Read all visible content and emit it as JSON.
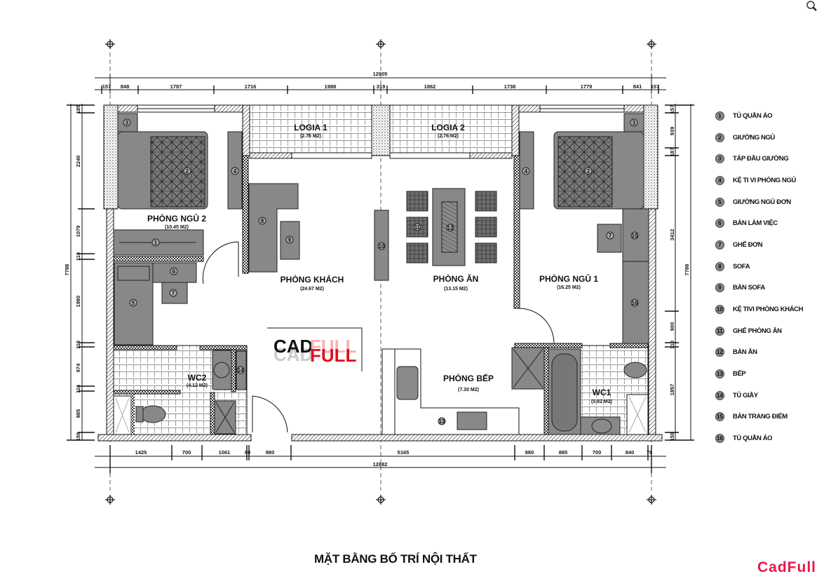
{
  "drawing": {
    "title": "MẶT BẰNG BỐ TRÍ NỘI THẤT",
    "brand_watermark": "CadFull",
    "logo": {
      "part1": "CAD",
      "part2": "FULL",
      "accent_color": "#e0101e"
    },
    "brand_color": "#e8174a",
    "search_icon": "magnifier-icon"
  },
  "dimensions": {
    "top_total": "12905",
    "top": [
      "157",
      "848",
      "1787",
      "1716",
      "1988",
      "319",
      "1862",
      "1738",
      "1779",
      "841",
      "157"
    ],
    "bottom_total": "12882",
    "bottom": [
      "1425",
      "700",
      "1061",
      "80",
      "980",
      "5165",
      "880",
      "885",
      "700",
      "840",
      "78"
    ],
    "left_total": "7788",
    "left": [
      "185",
      "2240",
      "1079",
      "119",
      "1980",
      "110",
      "974",
      "110",
      "885",
      "159"
    ],
    "right_total": "7788",
    "right": [
      "157",
      "939",
      "187",
      "3412",
      "900",
      "110",
      "1857",
      "159"
    ]
  },
  "rooms": [
    {
      "name": "LOGIA 1",
      "area": "(2.76 M2)"
    },
    {
      "name": "LOGIA 2",
      "area": "(2.76 M2)"
    },
    {
      "name": "PHÒNG NGỦ 2",
      "area": "(10.45 M2)"
    },
    {
      "name": "PHÒNG KHÁCH",
      "area": "(24.67 M2)"
    },
    {
      "name": "PHÒNG ĂN",
      "area": "(13.15 M2)"
    },
    {
      "name": "PHÒNG NGỦ 1",
      "area": "(16.25 M2)"
    },
    {
      "name": "PHÒNG BẾP",
      "area": "(7.30 M2)"
    },
    {
      "name": "WC2",
      "area": "(4.12 M2)"
    },
    {
      "name": "WC1",
      "area": "(5.82 M2)"
    }
  ],
  "legend": [
    {
      "num": "1",
      "label": "TỦ QUẦN ÁO"
    },
    {
      "num": "2",
      "label": "GIƯỜNG NGỦ"
    },
    {
      "num": "3",
      "label": "TÁP ĐẦU GIƯỜNG"
    },
    {
      "num": "4",
      "label": "KỆ TI VI PHÒNG NGỦ"
    },
    {
      "num": "5",
      "label": "GIƯỜNG NGỦ ĐƠN"
    },
    {
      "num": "6",
      "label": "BÀN LÀM VIỆC"
    },
    {
      "num": "7",
      "label": "GHẾ ĐƠN"
    },
    {
      "num": "8",
      "label": "SOFA"
    },
    {
      "num": "9",
      "label": "BÀN SOFA"
    },
    {
      "num": "10",
      "label": "KỆ TIVI PHÒNG KHÁCH"
    },
    {
      "num": "11",
      "label": "GHẾ PHÒNG ĂN"
    },
    {
      "num": "12",
      "label": "BÀN ĂN"
    },
    {
      "num": "13",
      "label": "BẾP"
    },
    {
      "num": "14",
      "label": "TỦ GIẦY"
    },
    {
      "num": "15",
      "label": "BÀN TRANG ĐIỂM"
    },
    {
      "num": "16",
      "label": "TỦ QUẦN ÁO"
    }
  ],
  "furniture_tags": [
    "1",
    "2",
    "3",
    "4",
    "5",
    "6",
    "7",
    "8",
    "9",
    "10",
    "11",
    "12",
    "13",
    "14",
    "15",
    "16"
  ]
}
